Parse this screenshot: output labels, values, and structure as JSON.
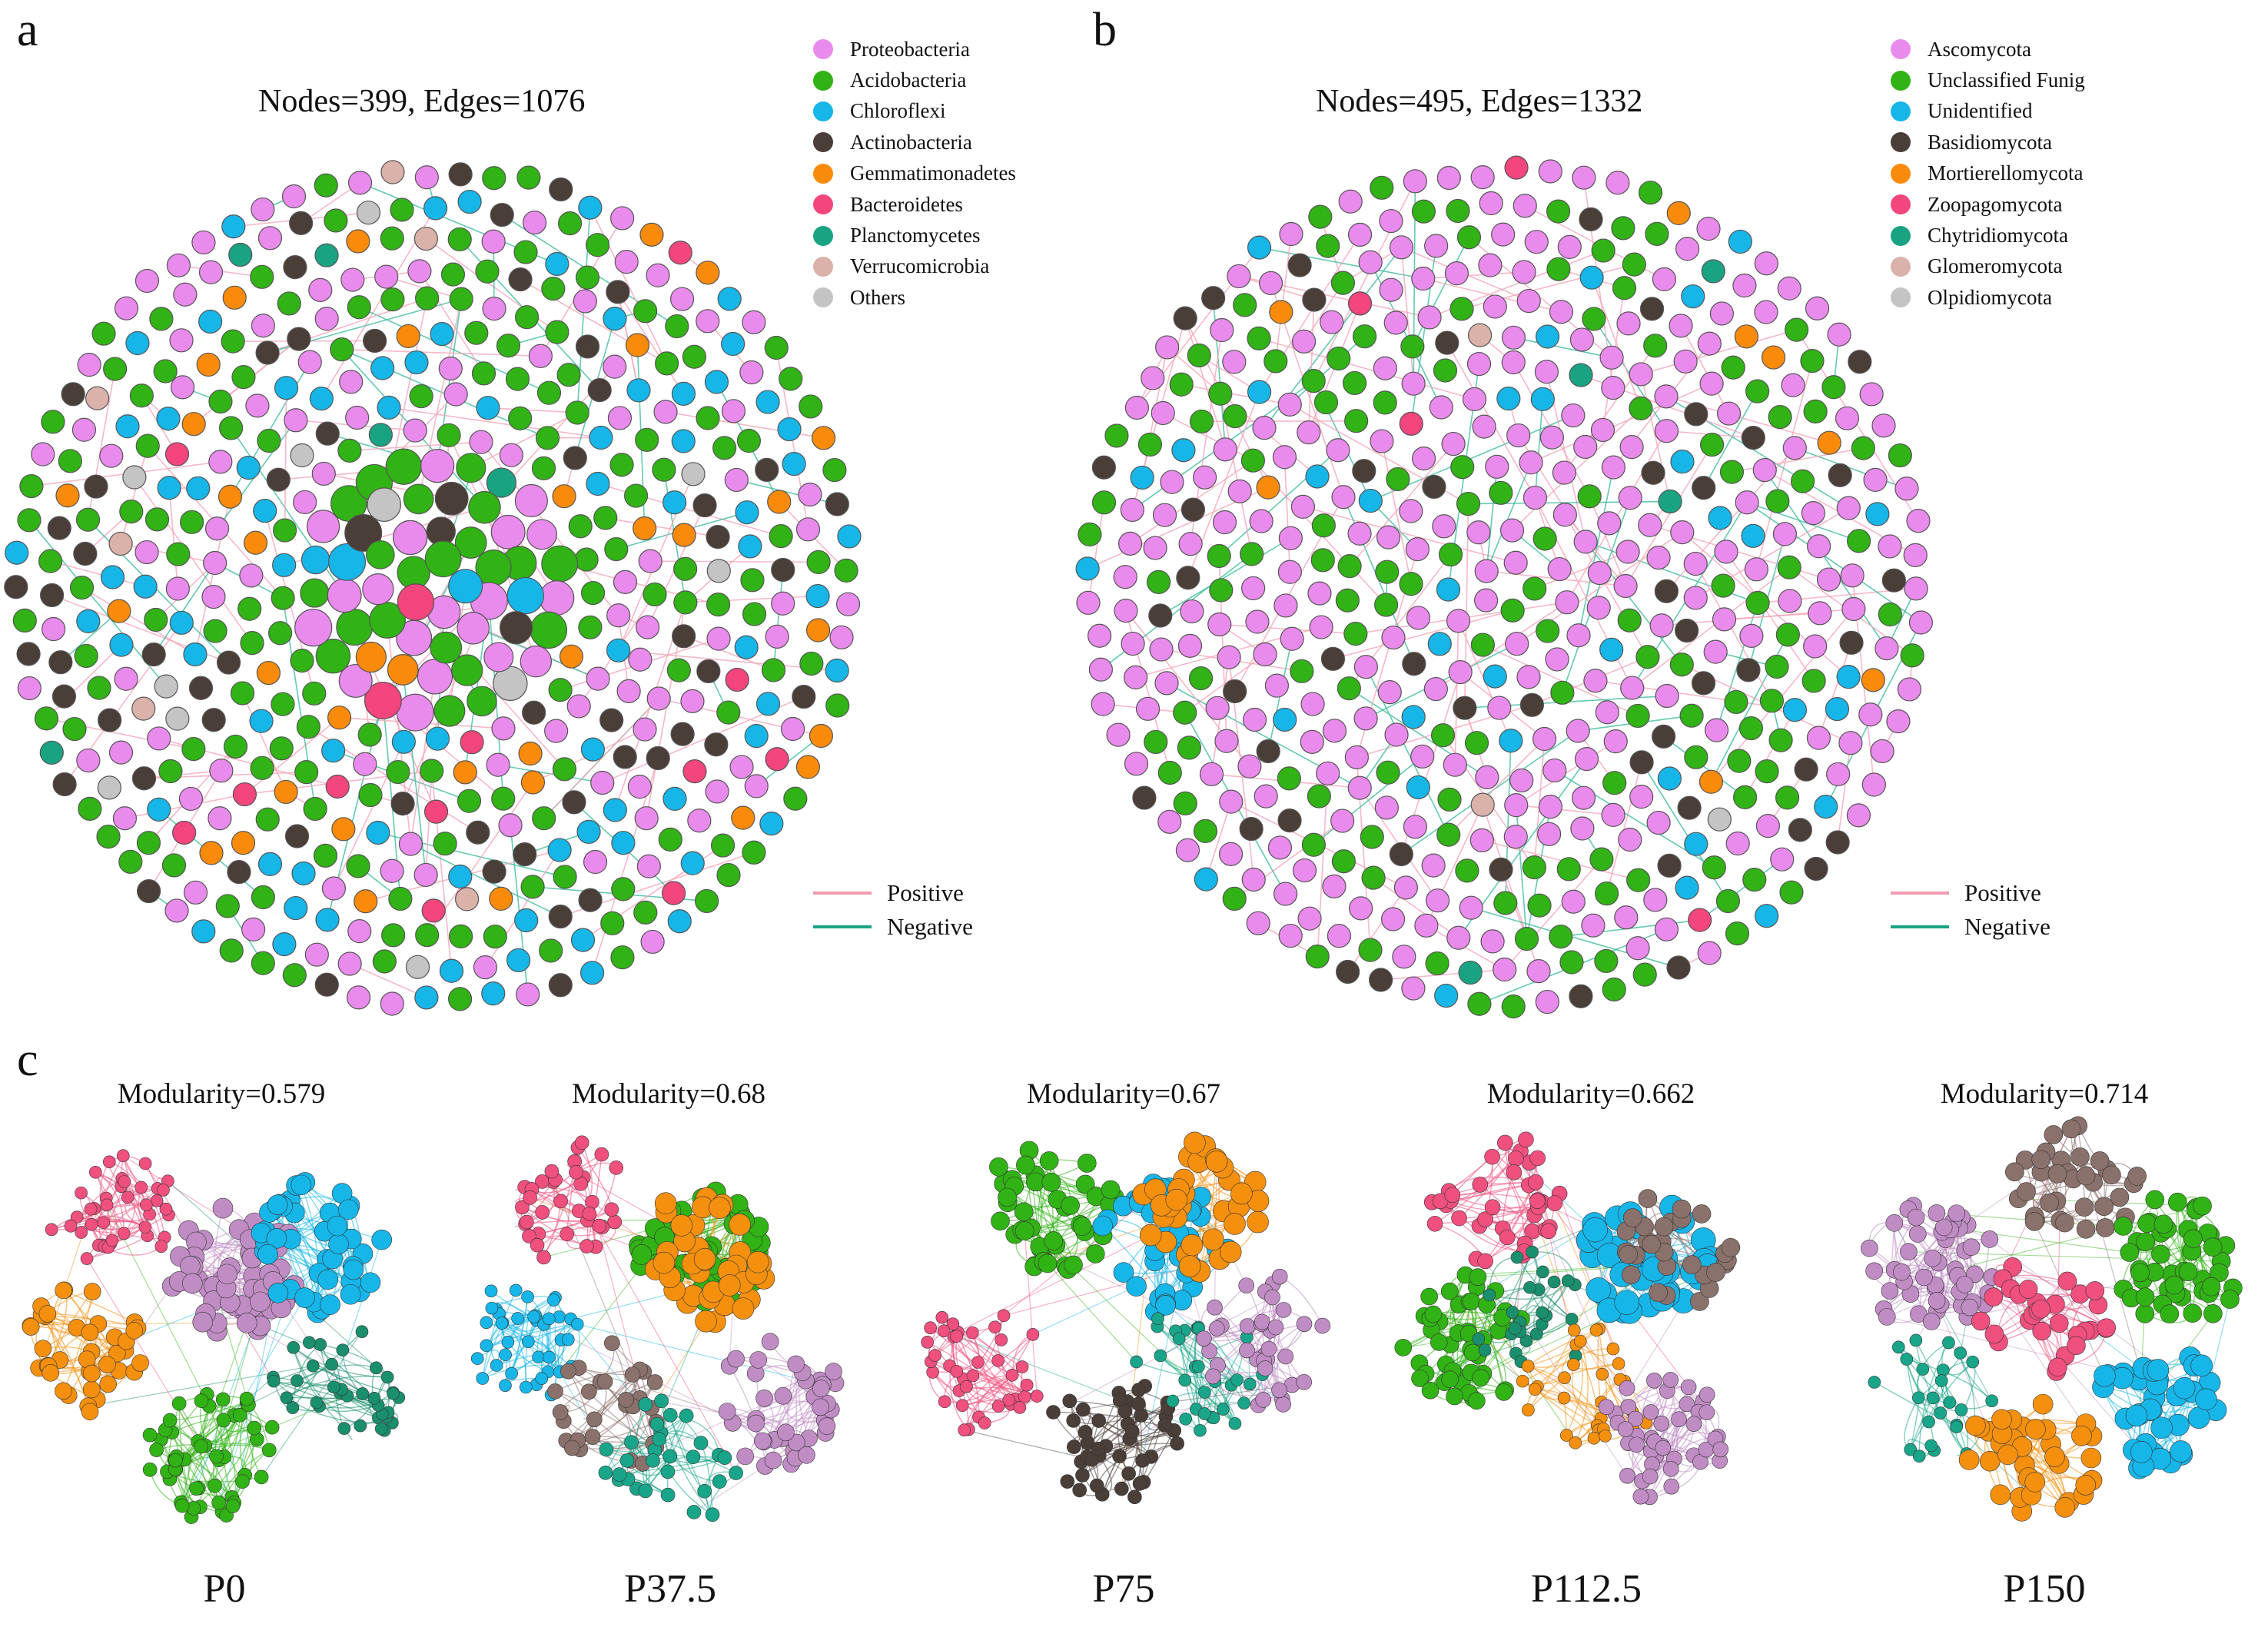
{
  "panel_a": {
    "letter": "a",
    "title": "Nodes=399,  Edges=1076",
    "legend": [
      {
        "label": "Proteobacteria",
        "color": "#e98bec"
      },
      {
        "label": "Acidobacteria",
        "color": "#31b215"
      },
      {
        "label": "Chloroflexi",
        "color": "#16b6e9"
      },
      {
        "label": "Actinobacteria",
        "color": "#4a3e38"
      },
      {
        "label": "Gemmatimonadetes",
        "color": "#fa8b0a"
      },
      {
        "label": "Bacteroidetes",
        "color": "#f2467c"
      },
      {
        "label": "Planctomycetes",
        "color": "#1aa383"
      },
      {
        "label": "Verrucomicrobia",
        "color": "#dab2aa"
      },
      {
        "label": "Others",
        "color": "#c4c4c4"
      }
    ],
    "edges": [
      {
        "label": "Positive",
        "color": "#f19ab0"
      },
      {
        "label": "Negative",
        "color": "#1aa383"
      }
    ]
  },
  "panel_b": {
    "letter": "b",
    "title": "Nodes=495,  Edges=1332",
    "legend": [
      {
        "label": "Ascomycota",
        "color": "#e98bec"
      },
      {
        "label": "Unclassified Funig",
        "color": "#31b215"
      },
      {
        "label": "Unidentified",
        "color": "#16b6e9"
      },
      {
        "label": "Basidiomycota",
        "color": "#4a3e38"
      },
      {
        "label": "Mortierellomycota",
        "color": "#fa8b0a"
      },
      {
        "label": "Zoopagomycota",
        "color": "#f2467c"
      },
      {
        "label": "Chytridiomycota",
        "color": "#1aa383"
      },
      {
        "label": "Glomeromycota",
        "color": "#dab2aa"
      },
      {
        "label": "Olpidiomycota",
        "color": "#c4c4c4"
      }
    ],
    "edges": [
      {
        "label": "Positive",
        "color": "#f19ab0"
      },
      {
        "label": "Negative",
        "color": "#1aa383"
      }
    ]
  },
  "panel_c": {
    "letter": "c",
    "networks": [
      {
        "modularity": "Modularity=0.579",
        "label": "P0"
      },
      {
        "modularity": "Modularity=0.68",
        "label": "P37.5"
      },
      {
        "modularity": "Modularity=0.67",
        "label": "P75"
      },
      {
        "modularity": "Modularity=0.662",
        "label": "P112.5"
      },
      {
        "modularity": "Modularity=0.714",
        "label": "P150"
      }
    ],
    "module_colors": {
      "pink": "#f0507e",
      "purple": "#c08cc4",
      "blue": "#16b6e9",
      "orange": "#f5900f",
      "darkgreen": "#1a8f6e",
      "green": "#31b215",
      "brown": "#8a716b",
      "dark": "#4a3e38",
      "teal": "#19a58a"
    }
  }
}
